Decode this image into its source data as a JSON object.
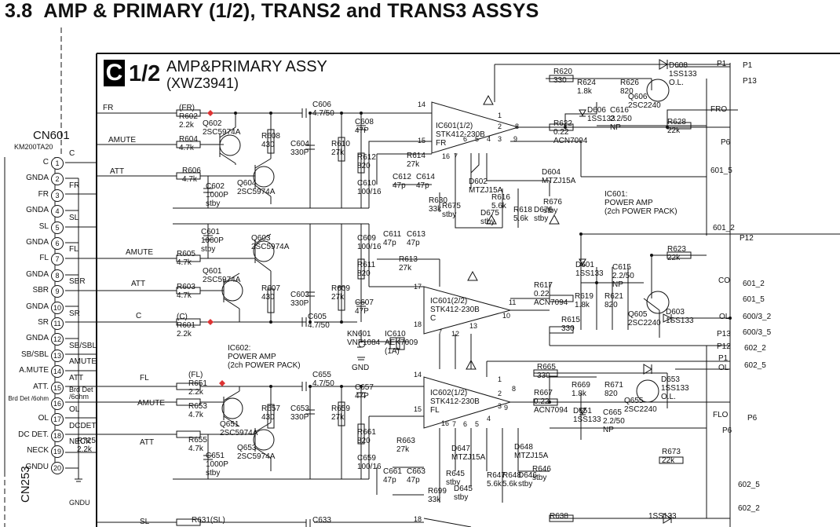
{
  "heading": {
    "number": "3.8",
    "title": "AMP & PRIMARY (1/2), TRANS2 and TRANS3 ASSYS"
  },
  "assembly": {
    "letter": "C",
    "fraction": "1/2",
    "name": "AMP&PRIMARY ASSY",
    "code": "(XWZ3941)"
  },
  "connector": {
    "ref": "CN601",
    "model": "KM200TA20",
    "bottom_ref": "CN253",
    "ground": "GNDU",
    "pins": [
      {
        "n": "1",
        "name": "C",
        "net": "C"
      },
      {
        "n": "2",
        "name": "GNDA",
        "net": ""
      },
      {
        "n": "3",
        "name": "FR",
        "net": "FR"
      },
      {
        "n": "4",
        "name": "GNDA",
        "net": ""
      },
      {
        "n": "5",
        "name": "SL",
        "net": "SL"
      },
      {
        "n": "6",
        "name": "GNDA",
        "net": ""
      },
      {
        "n": "7",
        "name": "FL",
        "net": "FL"
      },
      {
        "n": "8",
        "name": "GNDA",
        "net": ""
      },
      {
        "n": "9",
        "name": "SBR",
        "net": "SBR"
      },
      {
        "n": "10",
        "name": "GNDA",
        "net": ""
      },
      {
        "n": "11",
        "name": "SR",
        "net": "SR"
      },
      {
        "n": "12",
        "name": "GNDA",
        "net": ""
      },
      {
        "n": "13",
        "name": "SB/SBL",
        "net": "SB/SBL"
      },
      {
        "n": "14",
        "name": "A.MUTE",
        "net": "AMUTE"
      },
      {
        "n": "15",
        "name": "ATT.",
        "net": "ATT"
      },
      {
        "n": "16",
        "name": "Brd Det /6ohm",
        "net": "Brd Det /6ohm"
      },
      {
        "n": "17",
        "name": "OL",
        "net": "OL"
      },
      {
        "n": "18",
        "name": "DC DET.",
        "net": "DCDET."
      },
      {
        "n": "19",
        "name": "NECK",
        "net": "NECK"
      },
      {
        "n": "20",
        "name": "GNDU",
        "net": ""
      }
    ]
  },
  "nets": {
    "fr": "FR",
    "amute": "AMUTE",
    "att": "ATT",
    "fl": "FL",
    "c": "C",
    "sl": "SL",
    "fro": "FRO",
    "flo": "FLO",
    "co": "CO",
    "ol": "OL",
    "p1": "P1",
    "p12": "P12",
    "p13": "P13",
    "p6": "P6",
    "n601_5": "601_5",
    "n601_2": "601_2",
    "n600_3_2": "600/3_2",
    "n600_3_5": "600/3_5",
    "n602_2": "602_2",
    "n602_5": "602_5",
    "gnd": "GND",
    "gndu": "GNDU"
  },
  "parts": {
    "R602": {
      "ref": "R602",
      "val": "2.2k",
      "tag": "(FR)"
    },
    "R604": {
      "ref": "R604",
      "val": "4.7k"
    },
    "R606": {
      "ref": "R606",
      "val": "4.7k"
    },
    "Q602": {
      "ref": "Q602",
      "val": "2SC5974A"
    },
    "Q604": {
      "ref": "Q604",
      "val": "2SC5974A"
    },
    "C602": {
      "ref": "C602",
      "val": "1000P",
      "extra": "stby"
    },
    "R608": {
      "ref": "R608",
      "val": "430"
    },
    "C604": {
      "ref": "C604",
      "val": "330P"
    },
    "C606": {
      "ref": "C606",
      "val": "4.7/50"
    },
    "R610": {
      "ref": "R610",
      "val": "27k"
    },
    "C608": {
      "ref": "C608",
      "val": "47P"
    },
    "R612": {
      "ref": "R612",
      "val": "820"
    },
    "C610": {
      "ref": "C610",
      "val": "100/16"
    },
    "R614": {
      "ref": "R614",
      "val": "27k"
    },
    "C612": {
      "ref": "C612",
      "val": "47p"
    },
    "C614": {
      "ref": "C614",
      "val": "47p"
    },
    "IC601A": {
      "ref": "IC601(1/2)",
      "val": "STK412-230B",
      "ch": "FR"
    },
    "IC601B": {
      "ref": "IC601(2/2)",
      "val": "STK412-230B",
      "ch": "C"
    },
    "IC602A": {
      "ref": "IC602(1/2)",
      "val": "STK412-230B",
      "ch": "FL"
    },
    "R620": {
      "ref": "R620",
      "val": "330"
    },
    "R624": {
      "ref": "R624",
      "val": "1.8k"
    },
    "R626": {
      "ref": "R626",
      "val": "820"
    },
    "Q606": {
      "ref": "Q606",
      "val": "2SC2240"
    },
    "D608": {
      "ref": "D608",
      "val": "1SS133",
      "extra": "O.L."
    },
    "C616": {
      "ref": "C616",
      "val": "2.2/50",
      "extra": "NP"
    },
    "D606": {
      "ref": "D606",
      "val": "1SS133"
    },
    "R622": {
      "ref": "R622",
      "val": "0.22",
      "extra": "ACN7094"
    },
    "R628": {
      "ref": "R628",
      "val": "22k"
    },
    "D602": {
      "ref": "D602",
      "val": "MTZJ15A"
    },
    "D604": {
      "ref": "D604",
      "val": "MTZJ15A"
    },
    "R630": {
      "ref": "R630",
      "val": "33k"
    },
    "R675": {
      "ref": "R675",
      "val": "stby"
    },
    "R676": {
      "ref": "R676",
      "val": "stby"
    },
    "R616": {
      "ref": "R616",
      "val": "5.6k"
    },
    "R618": {
      "ref": "R618",
      "val": "5.6k"
    },
    "D675": {
      "ref": "D675",
      "val": "stby"
    },
    "D676": {
      "ref": "D676",
      "val": "stby"
    },
    "IC601note": {
      "ref": "IC601:",
      "val": "POWER AMP",
      "extra": "(2ch POWER PACK)"
    },
    "IC602note": {
      "ref": "IC602:",
      "val": "POWER AMP",
      "extra": "(2ch POWER PACK)"
    },
    "R605": {
      "ref": "R605",
      "val": "4.7k"
    },
    "C601": {
      "ref": "C601",
      "val": "1000P",
      "extra": "stby"
    },
    "Q603": {
      "ref": "Q603",
      "val": "2SC5974A"
    },
    "Q601": {
      "ref": "Q601",
      "val": "2SC5974A"
    },
    "R603": {
      "ref": "R603",
      "val": "4.7k"
    },
    "R601": {
      "ref": "R601",
      "val": "2.2k",
      "tag": "(C)"
    },
    "R607": {
      "ref": "R607",
      "val": "430"
    },
    "C603": {
      "ref": "C603",
      "val": "330P"
    },
    "R609": {
      "ref": "R609",
      "val": "27k"
    },
    "C605": {
      "ref": "C605",
      "val": "4.7/50"
    },
    "C607": {
      "ref": "C607",
      "val": "47P"
    },
    "C609": {
      "ref": "C609",
      "val": "100/16"
    },
    "C611": {
      "ref": "C611",
      "val": "47p"
    },
    "C613": {
      "ref": "C613",
      "val": "47p"
    },
    "R611": {
      "ref": "R611",
      "val": "820"
    },
    "R613": {
      "ref": "R613",
      "val": "27k"
    },
    "R617": {
      "ref": "R617",
      "val": "0.22",
      "extra": "ACN7094"
    },
    "R615": {
      "ref": "R615",
      "val": "330"
    },
    "R619": {
      "ref": "R619",
      "val": "1.8k"
    },
    "R621": {
      "ref": "R621",
      "val": "820"
    },
    "D601": {
      "ref": "D601",
      "val": "1SS133"
    },
    "C615": {
      "ref": "C615",
      "val": "2.2/50",
      "extra": "NP"
    },
    "R623": {
      "ref": "R623",
      "val": "22k"
    },
    "Q605": {
      "ref": "Q605",
      "val": "2SC2240"
    },
    "D603": {
      "ref": "D603",
      "val": "1SS133"
    },
    "KN601": {
      "ref": "KN601",
      "val": "VNF1084"
    },
    "IC610": {
      "ref": "IC610",
      "val": "AEK7009",
      "extra": "(1A)"
    },
    "R651": {
      "ref": "R651",
      "val": "2.2k",
      "tag": "(FL)"
    },
    "R653": {
      "ref": "R653",
      "val": "4.7k"
    },
    "R655": {
      "ref": "R655",
      "val": "4.7k"
    },
    "Q651": {
      "ref": "Q651",
      "val": "2SC5974A"
    },
    "Q653": {
      "ref": "Q653",
      "val": "2SC5974A"
    },
    "C651": {
      "ref": "C651",
      "val": "1000P",
      "extra": "stby"
    },
    "R657": {
      "ref": "R657",
      "val": "430"
    },
    "C653": {
      "ref": "C653",
      "val": "330P"
    },
    "C655": {
      "ref": "C655",
      "val": "4.7/50"
    },
    "R659": {
      "ref": "R659",
      "val": "27k"
    },
    "C657": {
      "ref": "C657",
      "val": "47P"
    },
    "R661": {
      "ref": "R661",
      "val": "820"
    },
    "C659": {
      "ref": "C659",
      "val": "100/16"
    },
    "R663": {
      "ref": "R663",
      "val": "27k"
    },
    "C661": {
      "ref": "C661",
      "val": "47p"
    },
    "C663": {
      "ref": "C663",
      "val": "47p"
    },
    "R665": {
      "ref": "R665",
      "val": "330"
    },
    "R667": {
      "ref": "R667",
      "val": "0.22",
      "extra": "ACN7094"
    },
    "R669": {
      "ref": "R669",
      "val": "1.8k"
    },
    "R671": {
      "ref": "R671",
      "val": "820"
    },
    "D651": {
      "ref": "D651",
      "val": "1SS133"
    },
    "C665": {
      "ref": "C665",
      "val": "2.2/50",
      "extra": "NP"
    },
    "Q655": {
      "ref": "Q655",
      "val": "2SC2240"
    },
    "D653": {
      "ref": "D653",
      "val": "1SS133",
      "extra": "O.L."
    },
    "R673": {
      "ref": "R673",
      "val": "22k"
    },
    "D647": {
      "ref": "D647",
      "val": "MTZJ15A"
    },
    "D648": {
      "ref": "D648",
      "val": "MTZJ15A"
    },
    "R645": {
      "ref": "R645",
      "val": "stby"
    },
    "R646": {
      "ref": "R646",
      "val": "stby"
    },
    "D645": {
      "ref": "D645",
      "val": "stby"
    },
    "D646": {
      "ref": "D646",
      "val": "stby"
    },
    "R647": {
      "ref": "R647",
      "val": "5.6k"
    },
    "R648": {
      "ref": "R648",
      "val": "5.6k"
    },
    "R699": {
      "ref": "R699",
      "val": "33k"
    },
    "R725": {
      "ref": "R725",
      "val": "2.2k"
    },
    "R631": {
      "ref": "R631(SL)",
      "val": ""
    },
    "C633": {
      "ref": "C633",
      "val": ""
    },
    "R638": {
      "ref": "R638",
      "val": ""
    },
    "D655": {
      "ref": "1SS133",
      "val": ""
    }
  },
  "ic_pins": {
    "a": [
      "14",
      "15",
      "16",
      "1",
      "2",
      "3",
      "4",
      "5",
      "6",
      "7",
      "8",
      "9"
    ],
    "b": [
      "17",
      "18",
      "11",
      "10",
      "7",
      "12",
      "13"
    ],
    "c": [
      "14",
      "15",
      "16",
      "1",
      "2",
      "3",
      "4",
      "5",
      "6",
      "7",
      "8",
      "9"
    ],
    "d": [
      "18"
    ]
  }
}
